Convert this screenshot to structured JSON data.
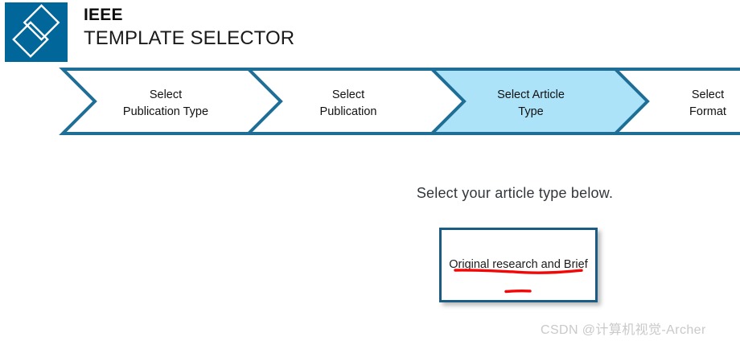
{
  "header": {
    "logo_icon": "ieee-diamond-logo",
    "logo_bg_color": "#016699",
    "brand": "IEEE",
    "subtitle": "TEMPLATE SELECTOR"
  },
  "breadcrumb": {
    "stroke_color": "#1f6e96",
    "active_fill_color": "#ace3f9",
    "steps": [
      {
        "label": "Select\nPublication Type",
        "active": false
      },
      {
        "label": "Select\nPublication",
        "active": false
      },
      {
        "label": "Select Article\nType",
        "active": true
      },
      {
        "label": "Select\nFormat",
        "active": false
      }
    ]
  },
  "main": {
    "instruction": "Select your article type below.",
    "card": {
      "label": "Original research and Brief",
      "border_color": "#1a5c84"
    }
  },
  "annotations": {
    "color": "#f50606",
    "underline_1": "underline-original-research-and",
    "underline_2": "underline-brief"
  },
  "watermark": {
    "text": "CSDN @计算机视觉-Archer"
  }
}
